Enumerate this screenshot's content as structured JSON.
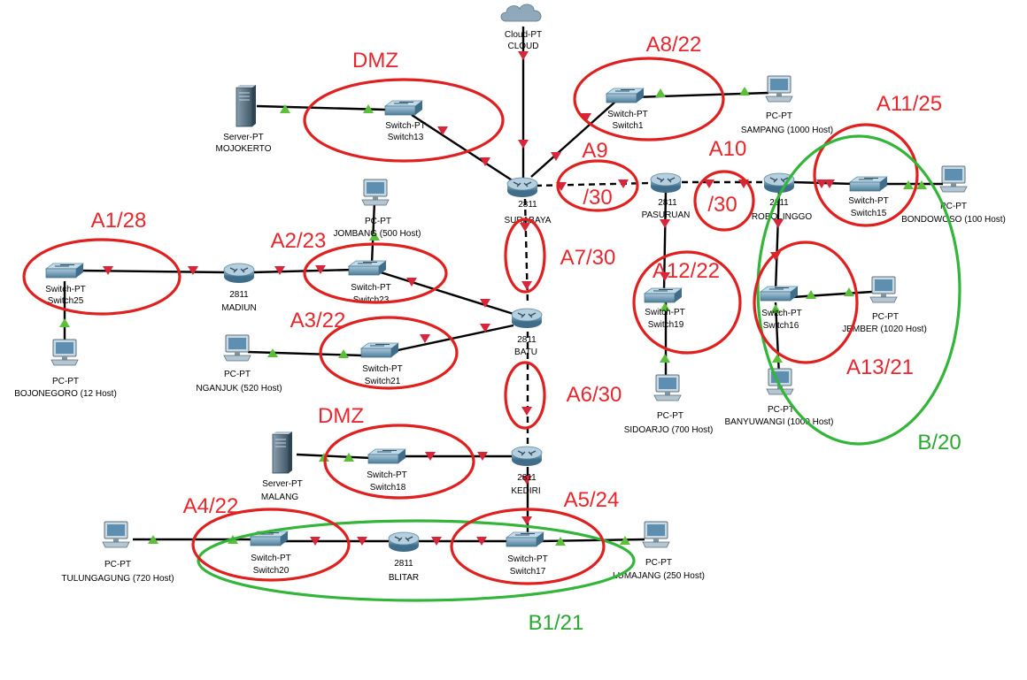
{
  "colors": {
    "annotation_red": "#e8262e",
    "annotation_green": "#2aa832",
    "link": "#000000",
    "status_up": "#5cbf3a",
    "status_down": "#d7263a"
  },
  "devices": {
    "cloud": {
      "type": "Cloud-PT",
      "name": "CLOUD",
      "icon": "cloud-icon"
    },
    "server_mojokerto": {
      "type": "Server-PT",
      "name": "MOJOKERTO",
      "icon": "server-icon"
    },
    "switch13": {
      "type": "Switch-PT",
      "name": "Switch13",
      "icon": "switch-icon"
    },
    "router_surabaya": {
      "type": "2811",
      "name": "SURABAYA",
      "icon": "router-icon"
    },
    "switch1": {
      "type": "Switch-PT",
      "name": "Switch1",
      "icon": "switch-icon"
    },
    "pc_sampang": {
      "type": "PC-PT",
      "name": "SAMPANG (1000 Host)",
      "icon": "pc-icon"
    },
    "router_pasuruan": {
      "type": "2811",
      "name": "PASURUAN",
      "icon": "router-icon"
    },
    "router_probolinggo": {
      "type": "2811",
      "name": "ROBOLINGGO",
      "icon": "router-icon"
    },
    "switch15": {
      "type": "Switch-PT",
      "name": "Switch15",
      "icon": "switch-icon"
    },
    "pc_bondowoso": {
      "type": "PC-PT",
      "name": "BONDOWOSO (100 Host)",
      "icon": "pc-icon"
    },
    "switch19": {
      "type": "Switch-PT",
      "name": "Switch19",
      "icon": "switch-icon"
    },
    "pc_sidoarjo": {
      "type": "PC-PT",
      "name": "SIDOARJO (700 Host)",
      "icon": "pc-icon"
    },
    "switch16": {
      "type": "Switch-PT",
      "name": "Switch16",
      "icon": "switch-icon"
    },
    "pc_jember": {
      "type": "PC-PT",
      "name": "JEMBER (1020 Host)",
      "icon": "pc-icon"
    },
    "pc_banyuwangi": {
      "type": "PC-PT",
      "name": "BANYUWANGI (1000 Host)",
      "icon": "pc-icon"
    },
    "switch25": {
      "type": "Switch-PT",
      "name": "Switch25",
      "icon": "switch-icon"
    },
    "pc_bojonegoro": {
      "type": "PC-PT",
      "name": "BOJONEGORO (12 Host)",
      "icon": "pc-icon"
    },
    "router_madiun": {
      "type": "2811",
      "name": "MADIUN",
      "icon": "router-icon"
    },
    "pc_jombang": {
      "type": "PC-PT",
      "name": "JOMBANG (500 Host)",
      "icon": "pc-icon"
    },
    "switch23": {
      "type": "Switch-PT",
      "name": "Switch23",
      "icon": "switch-icon"
    },
    "router_batu": {
      "type": "2811",
      "name": "BATU",
      "icon": "router-icon"
    },
    "switch21": {
      "type": "Switch-PT",
      "name": "Switch21",
      "icon": "switch-icon"
    },
    "pc_nganjuk": {
      "type": "PC-PT",
      "name": "NGANJUK (520 Host)",
      "icon": "pc-icon"
    },
    "server_malang": {
      "type": "Server-PT",
      "name": "MALANG",
      "icon": "server-icon"
    },
    "switch18": {
      "type": "Switch-PT",
      "name": "Switch18",
      "icon": "switch-icon"
    },
    "router_kediri": {
      "type": "2811",
      "name": "KEDIRI",
      "icon": "router-icon"
    },
    "pc_tulungagung": {
      "type": "PC-PT",
      "name": "TULUNGAGUNG (720 Host)",
      "icon": "pc-icon"
    },
    "switch20": {
      "type": "Switch-PT",
      "name": "Switch20",
      "icon": "switch-icon"
    },
    "router_blitar": {
      "type": "2811",
      "name": "BLITAR",
      "icon": "router-icon"
    },
    "switch17": {
      "type": "Switch-PT",
      "name": "Switch17",
      "icon": "switch-icon"
    },
    "pc_lumajang": {
      "type": "PC-PT",
      "name": "LUMAJANG (250 Host)",
      "icon": "pc-icon"
    }
  },
  "annotations": {
    "dmz_top": "DMZ",
    "a8": "A8/22",
    "a11": "A11/25",
    "a9": "A9",
    "a9_mask": "/30",
    "a10": "A10",
    "a10_mask": "/30",
    "a1": "A1/28",
    "a2": "A2/23",
    "a7": "A7/30",
    "a12": "A12/22",
    "a3": "A3/22",
    "a13": "A13/21",
    "a6": "A6/30",
    "b": "B/20",
    "dmz_bottom": "DMZ",
    "a4": "A4/22",
    "a5": "A5/24",
    "b1": "B1/21"
  }
}
